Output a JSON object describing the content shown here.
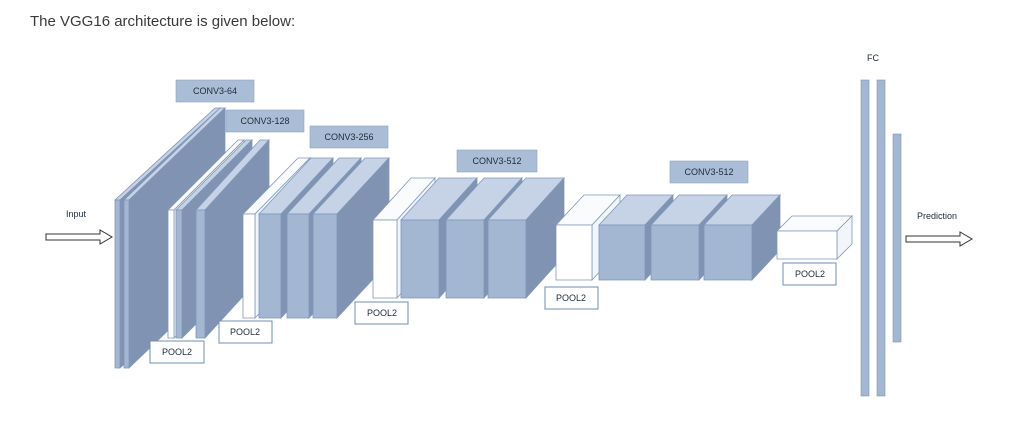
{
  "intro_text": "The VGG16 architecture is given below:",
  "diagram": {
    "input_label": "Input",
    "prediction_label": "Prediction",
    "fc_label": "FC",
    "conv_tags": [
      "CONV3-64",
      "CONV3-128",
      "CONV3-256",
      "CONV3-512",
      "CONV3-512"
    ],
    "pool_labels": [
      "POOL2",
      "POOL2",
      "POOL2",
      "POOL2",
      "POOL2"
    ]
  },
  "colors": {
    "block_front": "#a3b6d2",
    "block_side": "#8193b3",
    "block_top": "#c6d3e6",
    "pool_fill": "#ffffff",
    "outline": "#7f97b9"
  }
}
